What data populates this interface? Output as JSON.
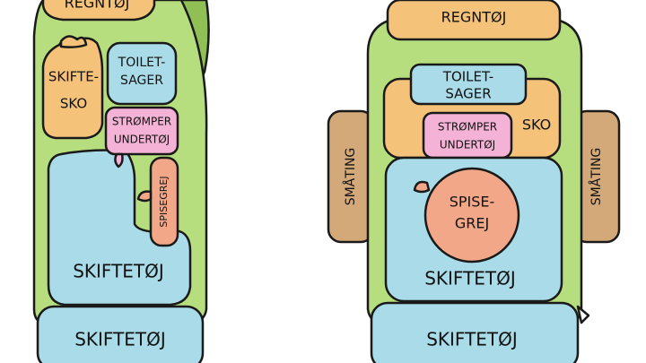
{
  "colors": {
    "pack_body": "#b7de7e",
    "pack_dark": "#8fbf55",
    "strap": "#5f8f2e",
    "orange": "#f5c27a",
    "blue": "#a9dbe8",
    "pink": "#f4b3d6",
    "salmon": "#f2a888",
    "tan": "#d4a979",
    "line": "#1a1a1a"
  },
  "left_pack": {
    "top_pocket": "REGNTØJ",
    "shoes": [
      "SKIFTE-",
      "SKO"
    ],
    "toiletries": [
      "TOILET-",
      "SAGER"
    ],
    "socks": [
      "STRØMPER",
      "UNDERTØJ"
    ],
    "cutlery": "SPISEGREJ",
    "main": "SKIFTETØJ",
    "bottom": "SKIFTETØJ"
  },
  "right_pack": {
    "top_pocket": "REGNTØJ",
    "toiletries": [
      "TOILET-",
      "SAGER"
    ],
    "socks": [
      "STRØMPER",
      "UNDERTØJ"
    ],
    "shoes": "SKO",
    "left_side": "SMÅTING",
    "right_side": "SMÅTING",
    "cutlery": [
      "SPISE-",
      "GREJ"
    ],
    "main": "SKIFTETØJ",
    "bottom": "SKIFTETØJ"
  }
}
